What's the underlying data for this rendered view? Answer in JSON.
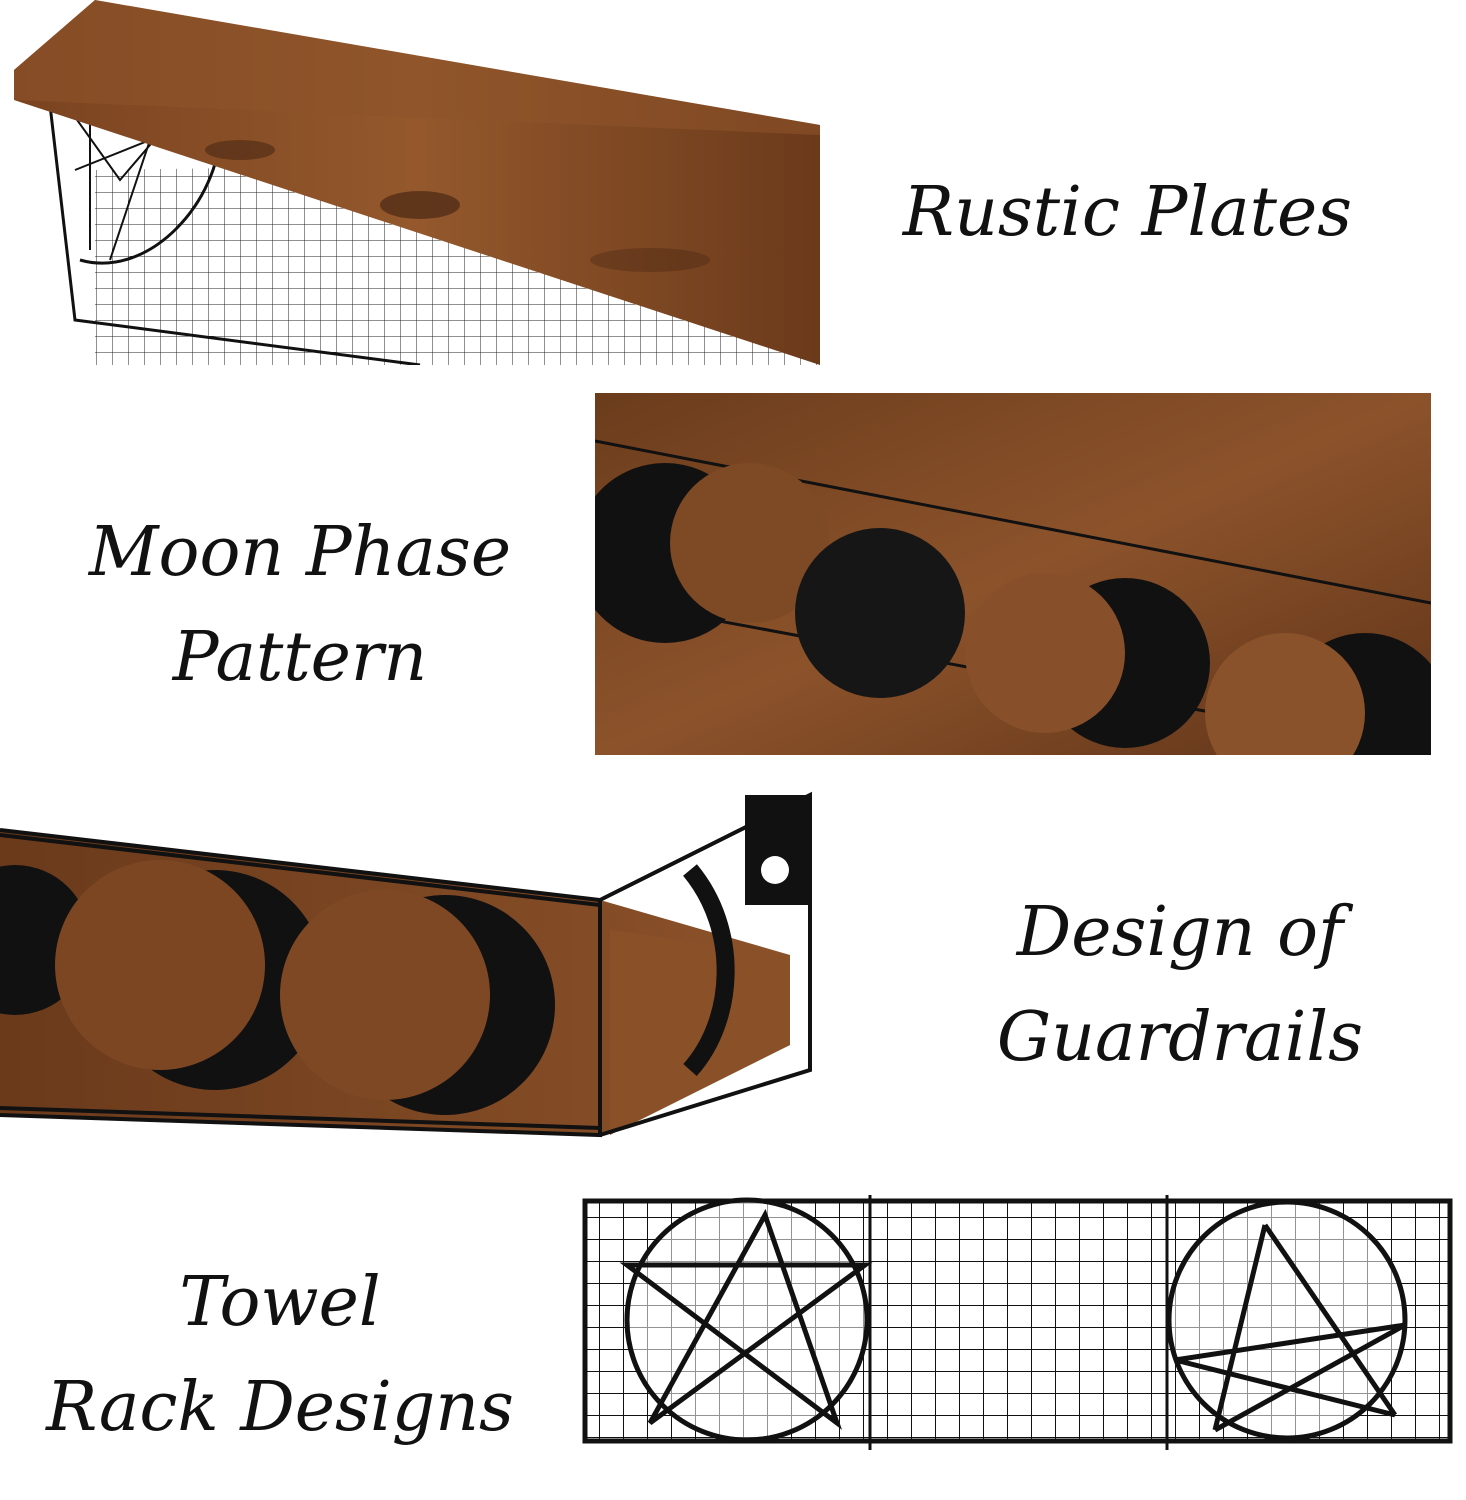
{
  "sections": [
    {
      "id": "rustic",
      "lines": [
        "Rustic Plates"
      ]
    },
    {
      "id": "moon",
      "lines": [
        "Moon Phase",
        "Pattern"
      ]
    },
    {
      "id": "guardrail",
      "lines": [
        "Design of",
        "Guardrails"
      ]
    },
    {
      "id": "towel",
      "lines": [
        "Towel",
        "Rack Designs"
      ]
    }
  ],
  "colors": {
    "wood": "#8a4f25",
    "wood_dark": "#5a2f14",
    "metal": "#111111",
    "background": "#ffffff"
  }
}
